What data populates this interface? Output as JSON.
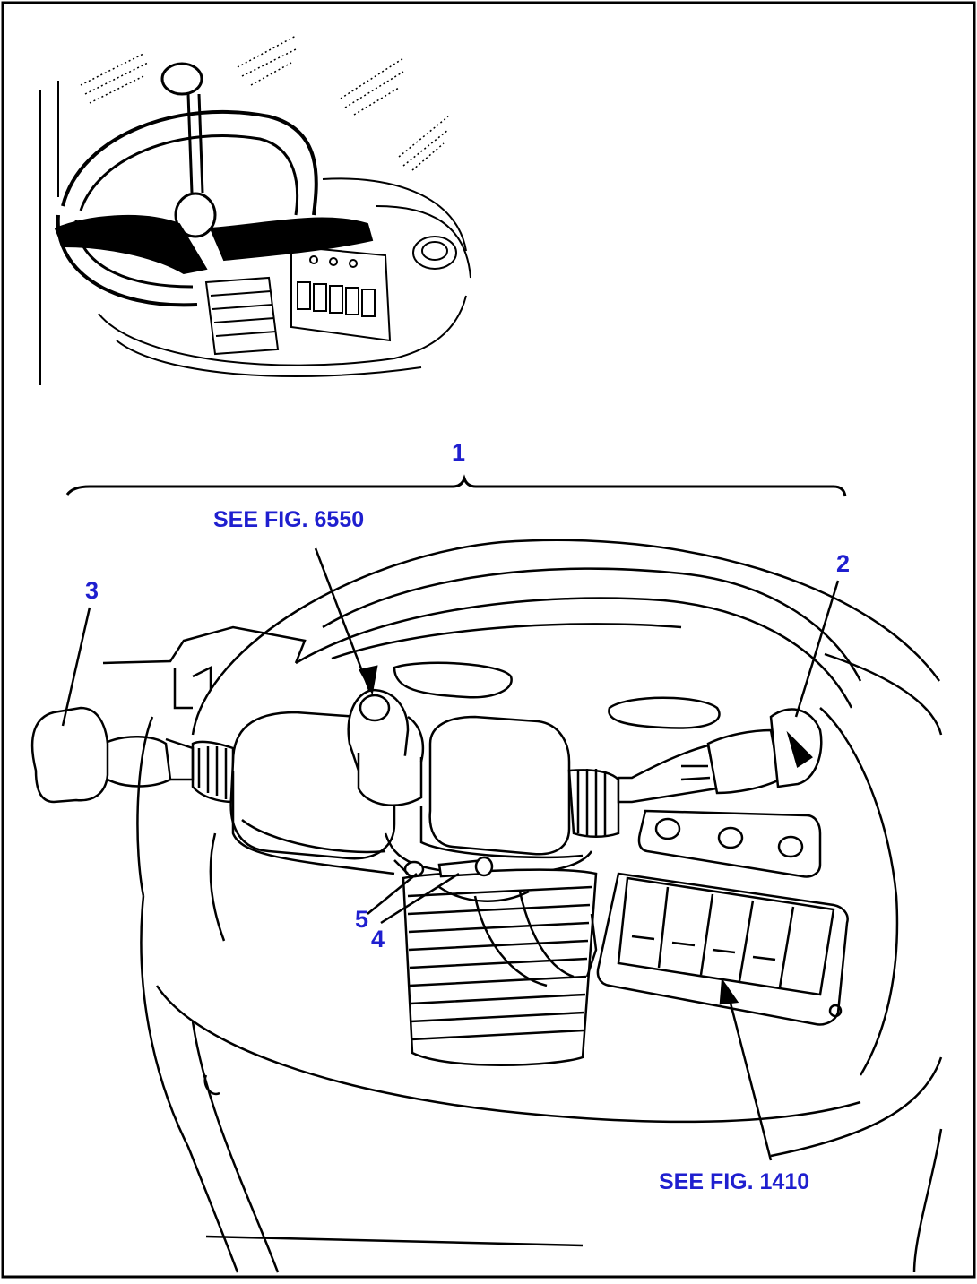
{
  "colors": {
    "callout": "#1f1fcf",
    "line": "#000000",
    "frame": "#000000",
    "background": "#ffffff"
  },
  "callouts": {
    "assembly_number": "1",
    "part_2": "2",
    "part_3": "3",
    "part_4": "4",
    "part_5": "5",
    "ref_upper": "SEE FIG. 6550",
    "ref_lower": "SEE FIG. 1410"
  }
}
